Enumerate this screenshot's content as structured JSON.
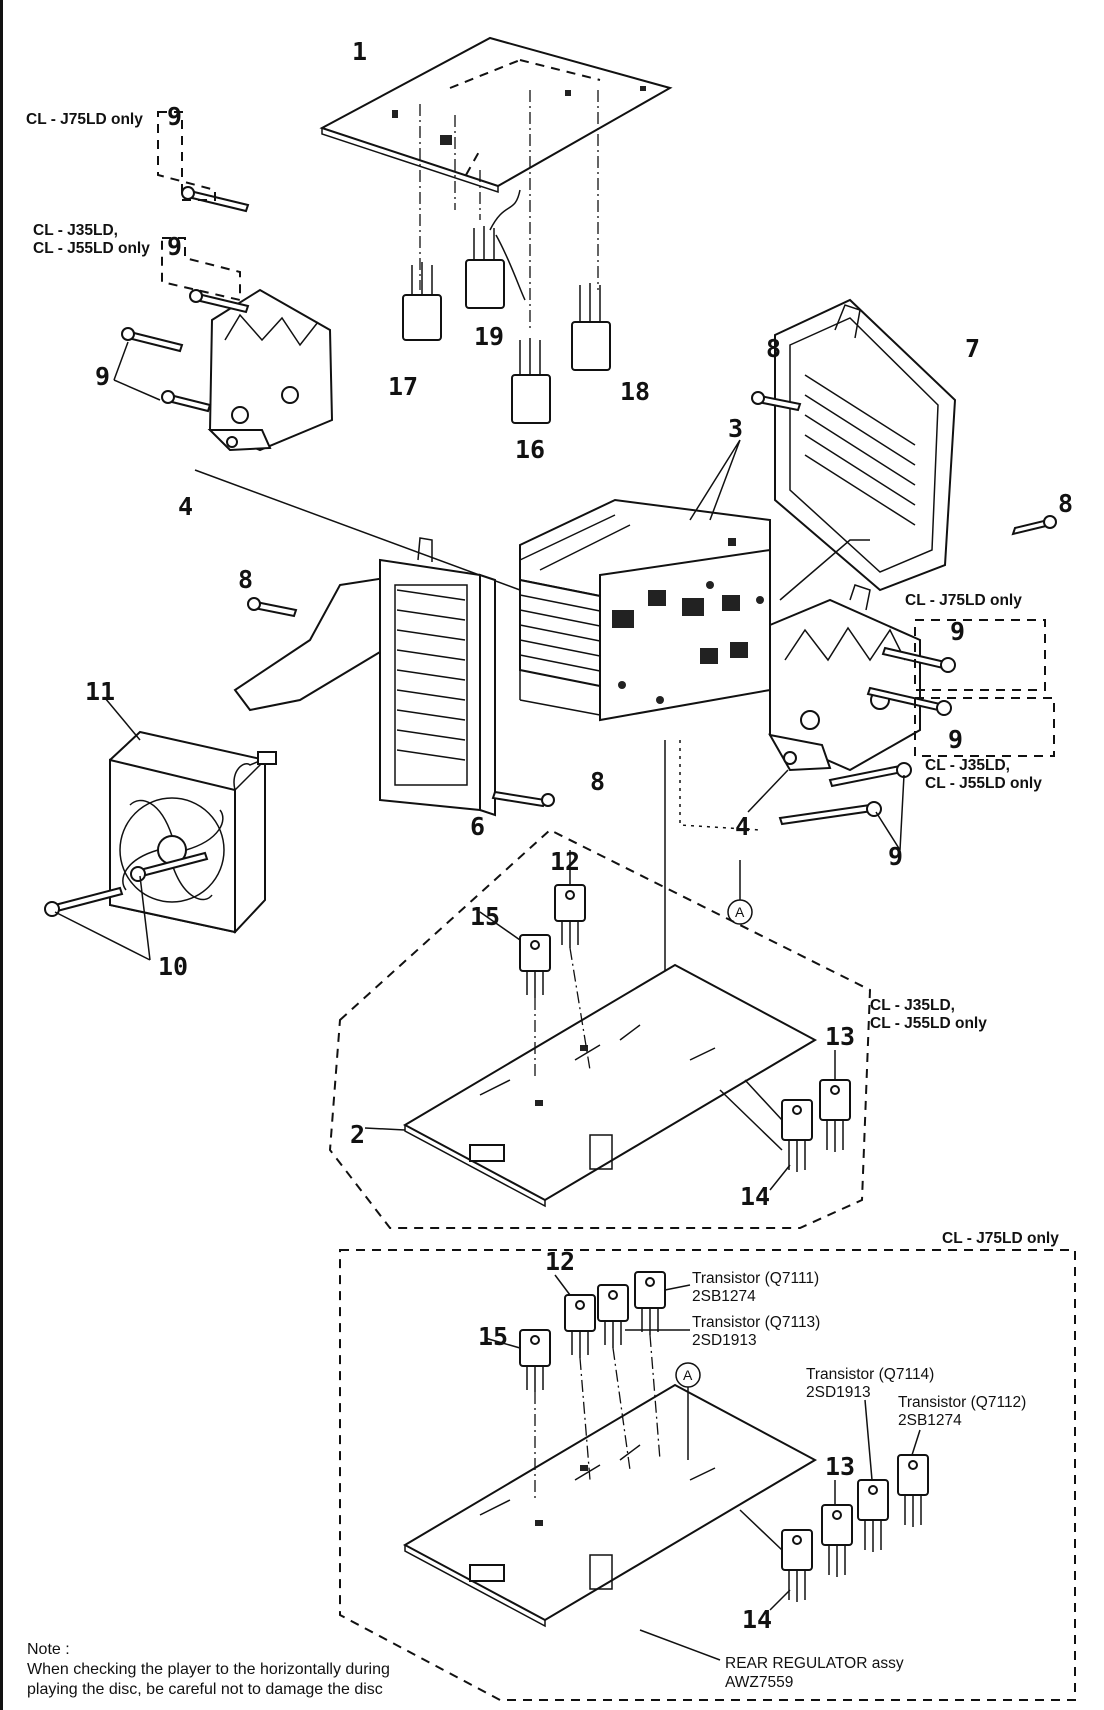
{
  "parts": {
    "p1": "1",
    "p2": "2",
    "p3": "3",
    "p4a": "4",
    "p4b": "4",
    "p6": "6",
    "p7": "7",
    "p8a": "8",
    "p8b": "8",
    "p8c": "8",
    "p8d": "8",
    "p9a": "9",
    "p9b": "9",
    "p9c": "9",
    "p9d": "9",
    "p9e": "9",
    "p9f": "9",
    "p10": "10",
    "p11": "11",
    "p12a": "12",
    "p12b": "12",
    "p13a": "13",
    "p13b": "13",
    "p14a": "14",
    "p14b": "14",
    "p15a": "15",
    "p15b": "15",
    "p16": "16",
    "p17": "17",
    "p18": "18",
    "p19": "19"
  },
  "variants": {
    "j75_only_top": "CL - J75LD only",
    "j35_55_top_1": "CL - J35LD,",
    "j35_55_top_2": "CL - J55LD only",
    "j75_only_right": "CL - J75LD only",
    "j35_55_right_1": "CL - J35LD,",
    "j35_55_right_2": "CL - J55LD only",
    "j35_55_board_1": "CL - J35LD,",
    "j35_55_board_2": "CL - J55LD only",
    "j75_only_board": "CL - J75LD only"
  },
  "ref_mark": "A",
  "transistors": {
    "q7111_name": "Transistor (Q7111)",
    "q7111_type": "2SB1274",
    "q7113_name": "Transistor (Q7113)",
    "q7113_type": "2SD1913",
    "q7114_name": "Transistor (Q7114)",
    "q7114_type": "2SD1913",
    "q7112_name": "Transistor (Q7112)",
    "q7112_type": "2SB1274"
  },
  "assembly": {
    "name": "REAR REGULATOR assy",
    "code": "AWZ7559"
  },
  "note": {
    "title": "Note :",
    "line1": "When checking the player to the horizontally during",
    "line2": "playing the disc, be careful not to damage the disc"
  }
}
